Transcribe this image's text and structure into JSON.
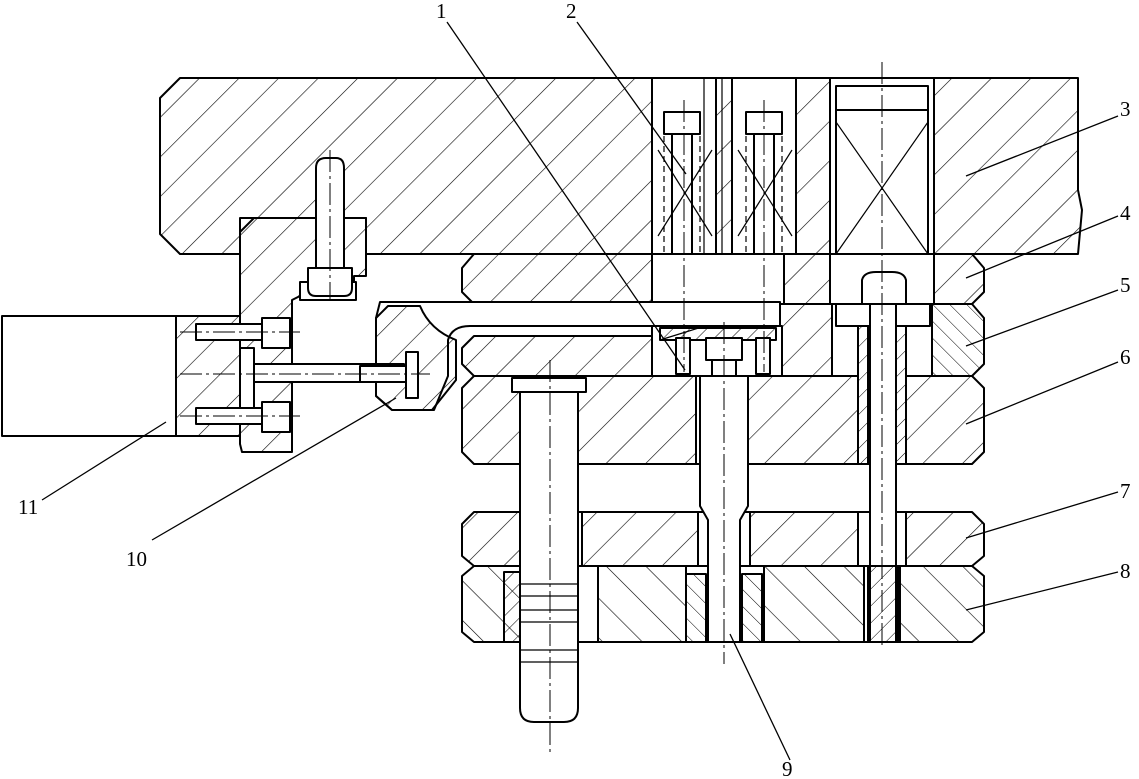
{
  "figure": {
    "callouts": [
      {
        "id": "c1",
        "label": "1"
      },
      {
        "id": "c2",
        "label": "2"
      },
      {
        "id": "c3",
        "label": "3"
      },
      {
        "id": "c4",
        "label": "4"
      },
      {
        "id": "c5",
        "label": "5"
      },
      {
        "id": "c6",
        "label": "6"
      },
      {
        "id": "c7",
        "label": "7"
      },
      {
        "id": "c8",
        "label": "8"
      },
      {
        "id": "c9",
        "label": "9"
      },
      {
        "id": "c10",
        "label": "10"
      },
      {
        "id": "c11",
        "label": "11"
      }
    ]
  }
}
